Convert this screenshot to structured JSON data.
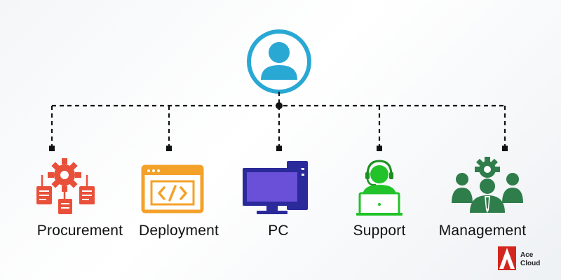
{
  "nodes": [
    {
      "id": "procurement",
      "label": "Procurement"
    },
    {
      "id": "deployment",
      "label": "Deployment"
    },
    {
      "id": "pc",
      "label": "PC"
    },
    {
      "id": "support",
      "label": "Support"
    },
    {
      "id": "management",
      "label": "Management"
    }
  ],
  "brand": {
    "line1": "Ace",
    "line2": "Cloud"
  },
  "colors": {
    "connector": "#111111",
    "user_circle": "#2aa8d4",
    "procurement": "#e8503a",
    "deployment": "#f4a12a",
    "pc": "#6a4fd8",
    "support": "#22c22a",
    "management": "#2f7d4a",
    "brand_red": "#d3261f"
  },
  "icons": {
    "root": "user-avatar-icon",
    "procurement": "procurement-gear-documents-icon",
    "deployment": "code-window-icon",
    "pc": "desktop-computer-icon",
    "support": "support-agent-headset-icon",
    "management": "management-team-gear-icon"
  }
}
